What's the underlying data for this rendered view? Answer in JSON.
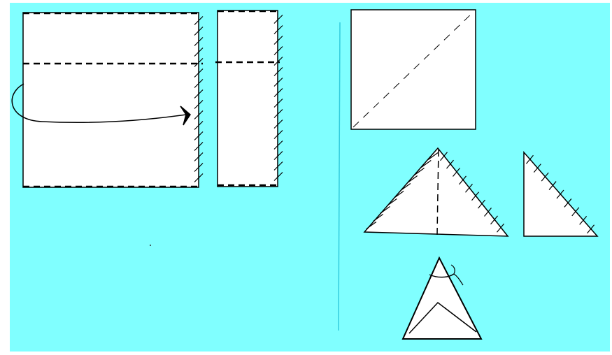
{
  "canvas": {
    "background": "#ffffff",
    "panel_color": "#80ffff",
    "paper_color": "#ffffff",
    "line_color": "#000000",
    "divider_color": "#33ccdd"
  },
  "left_panel": {
    "steps": [
      {
        "name": "fabric-square",
        "folds": 3,
        "stitched_edge": "right",
        "arrow": "fold-over"
      },
      {
        "name": "folded-strip",
        "folds": 3,
        "stitched_edge": "right"
      }
    ]
  },
  "right_panel": {
    "steps": [
      {
        "name": "square-with-diagonal",
        "fold": "diagonal"
      },
      {
        "name": "open-triangle",
        "fold": "center",
        "stitched_edges": [
          "left",
          "right"
        ]
      },
      {
        "name": "half-triangle",
        "stitched_edges": [
          "hypotenuse"
        ]
      },
      {
        "name": "finished-cone",
        "detail": "tie near tip"
      }
    ]
  }
}
